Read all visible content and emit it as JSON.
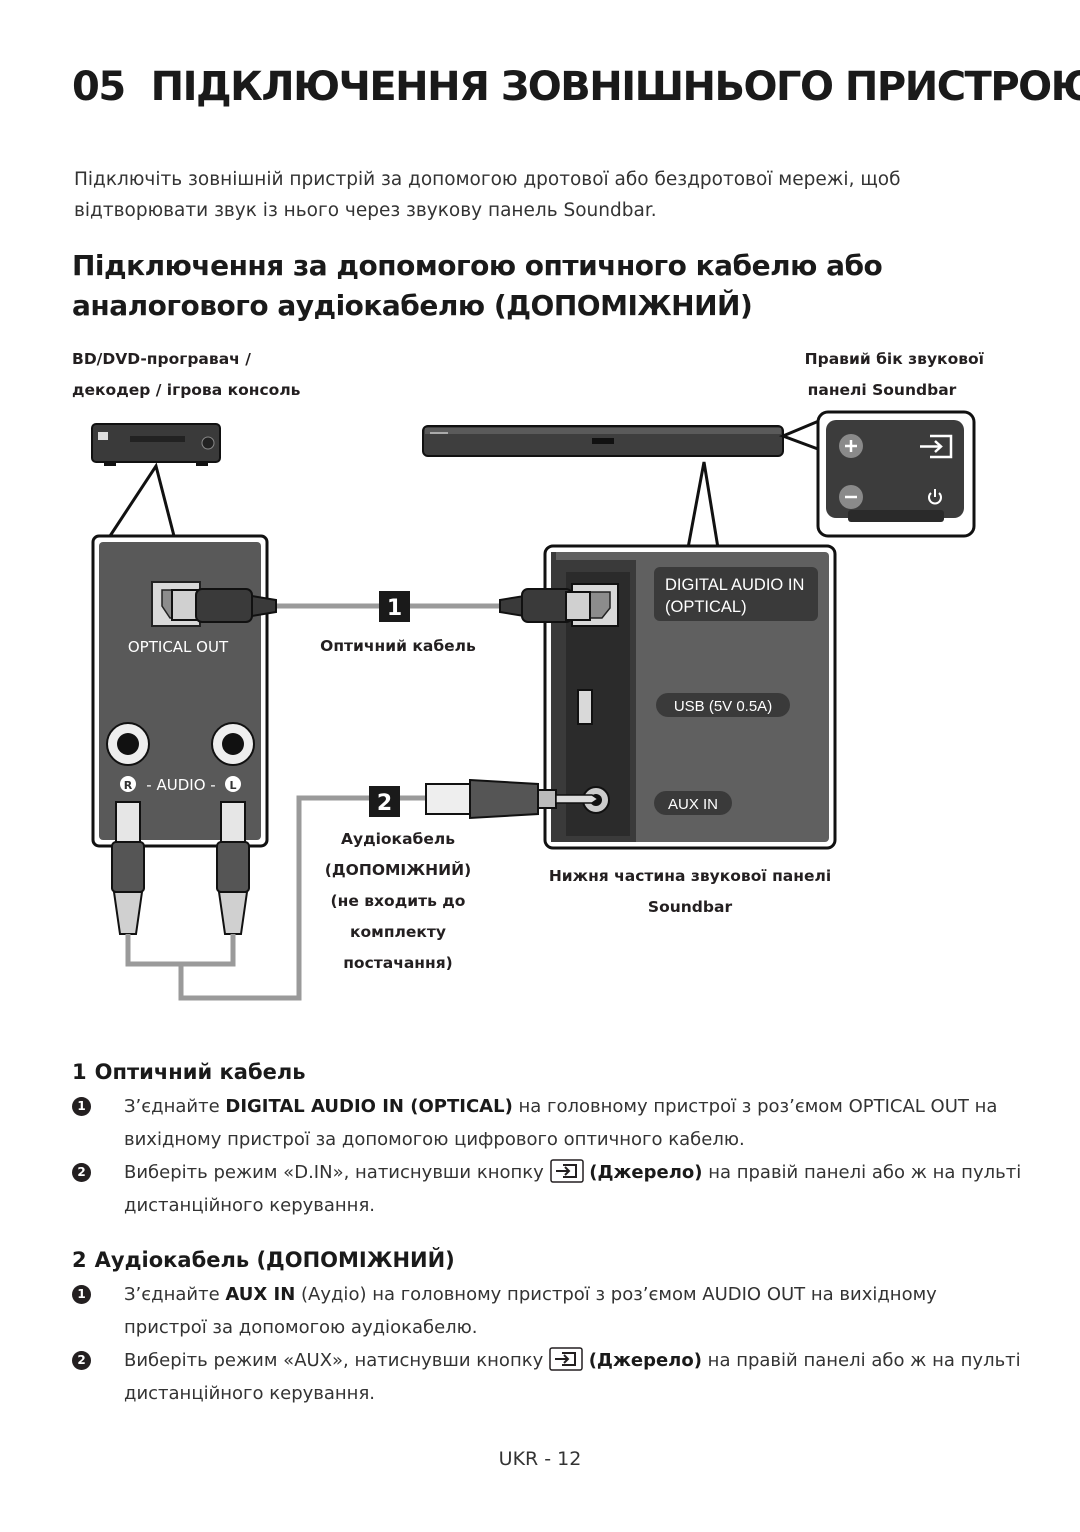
{
  "chapter": {
    "number": "05",
    "title": "ПІДКЛЮЧЕННЯ ЗОВНІШНЬОГО ПРИСТРОЮ"
  },
  "intro": "Підключіть зовнішній пристрій за допомогою дротової або бездротової мережі, щоб відтворювати звук із нього через звукову панель Soundbar.",
  "section_title": "Підключення за допомогою оптичного кабелю або аналогового аудіокабелю (ДОПОМІЖНИЙ)",
  "diagram": {
    "source_label_1": "BD/DVD-програвач /",
    "source_label_2": "декодер / ігрова консоль",
    "right_side_label_1": "Правий бік звукової",
    "right_side_label_2": "панелі Soundbar",
    "optical_out": "OPTICAL OUT",
    "audio_r": "R",
    "audio_text": "- AUDIO -",
    "audio_l": "L",
    "marker_1": "1",
    "marker_2": "2",
    "optical_cable_label": "Оптичний кабель",
    "aux_cable_label_lines": [
      "Аудіокабель",
      "(ДОПОМІЖНИЙ)",
      "(не входить до",
      "комплекту",
      "постачання)"
    ],
    "port_digital_1": "DIGITAL AUDIO IN",
    "port_digital_2": "(OPTICAL)",
    "port_usb": "USB (5V 0.5A)",
    "port_aux": "AUX IN",
    "bottom_label_1": "Нижня частина звукової панелі",
    "bottom_label_2": "Soundbar",
    "icons": [
      "plus-icon",
      "source-icon",
      "minus-icon",
      "power-icon"
    ]
  },
  "steps": [
    {
      "number": "1",
      "title": "Оптичний кабель",
      "bullets": [
        {
          "mark": "1",
          "pre": "З’єднайте ",
          "bold": "DIGITAL AUDIO IN (OPTICAL)",
          "post": " на головному пристрої з роз’ємом OPTICAL OUT на вихідному пристрої за допомогою цифрового оптичного кабелю."
        },
        {
          "mark": "2",
          "pre": "Виберіть режим «",
          "mode": "D.IN",
          "mid": "», натиснувши кнопку ",
          "button": "(Джерело)",
          "post": " на правій панелі або ж на пульті дистанційного керування."
        }
      ]
    },
    {
      "number": "2",
      "title": "Аудіокабель (ДОПОМІЖНИЙ)",
      "bullets": [
        {
          "mark": "1",
          "pre": "З’єднайте ",
          "bold": "AUX IN",
          "post": " (Аудіо) на головному пристрої з роз’ємом AUDIO OUT на вихідному пристрої за допомогою аудіокабелю."
        },
        {
          "mark": "2",
          "pre": "Виберіть режим «",
          "mode": "AUX",
          "mid": "», натиснувши кнопку ",
          "button": "(Джерело)",
          "post": " на правій панелі або ж на пульті дистанційного керування."
        }
      ]
    }
  ],
  "footer": "UKR - 12"
}
